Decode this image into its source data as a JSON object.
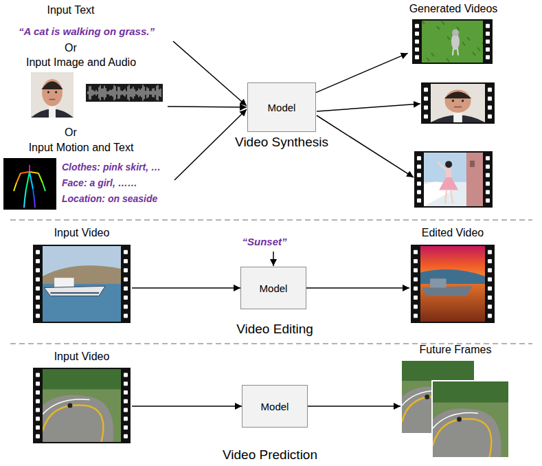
{
  "diagram": {
    "nodes": [
      {
        "text": [
          "Model"
        ]
      },
      {
        "text": [
          "Generated Videos"
        ]
      },
      {
        "text": [
          "Input Video"
        ]
      },
      {
        "text": [
          "Model"
        ]
      },
      {
        "text": [
          "Edited Video"
        ]
      },
      {
        "text": [
          "Input Video"
        ]
      },
      {
        "text": [
          "Model"
        ]
      },
      {
        "text": [
          "Future Frames"
        ]
      }
    ],
    "edges": [
      {
        "from": 0,
        "to": 1,
        "arrow": "to"
      },
      {
        "from": 2,
        "to": 3,
        "arrow": "to"
      },
      {
        "from": 3,
        "to": 4,
        "arrow": "to"
      },
      {
        "from": 5,
        "to": 6,
        "arrow": "to"
      },
      {
        "from": 6,
        "to": 7,
        "arrow": "to"
      }
    ],
    "labels": [
      "Input Text",
      "“A cat is walking on grass.”",
      "Or",
      "Input Image and Audio",
      "Or",
      "Input Motion and Text",
      "Clothes: pink skirt, …",
      "Face: a girl, ……",
      "Location: on seaside",
      "Video Synthesis",
      "“Sunset”",
      "Video Editing",
      "Video Prediction"
    ]
  }
}
